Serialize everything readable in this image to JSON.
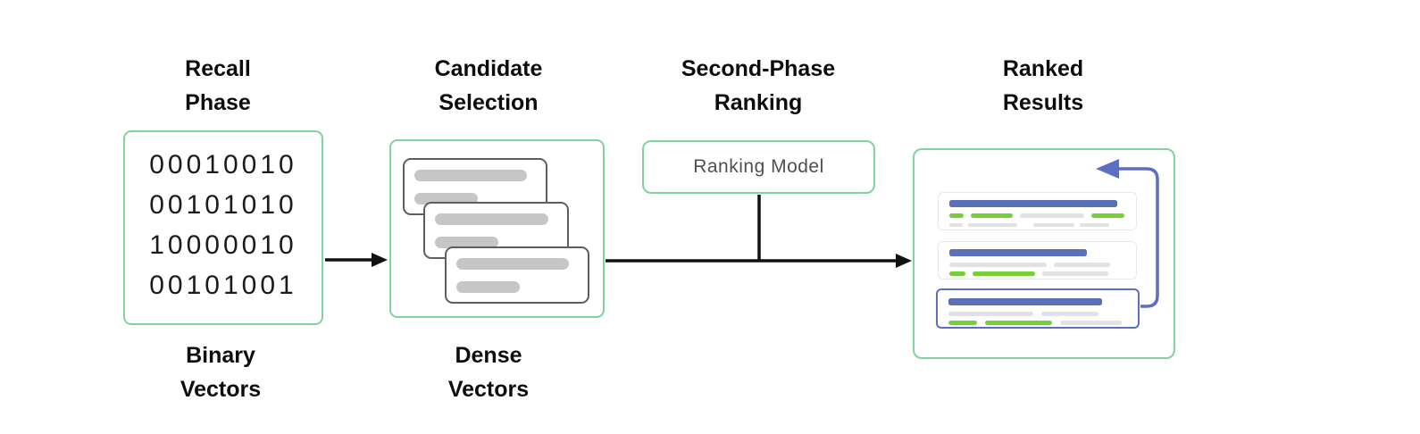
{
  "stages": {
    "recall": {
      "heading1": "Recall",
      "heading2": "Phase",
      "caption1": "Binary",
      "caption2": "Vectors",
      "binary_rows": [
        "00010010",
        "00101010",
        "10000010",
        "00101001"
      ]
    },
    "candidate": {
      "heading1": "Candidate",
      "heading2": "Selection",
      "caption1": "Dense",
      "caption2": "Vectors"
    },
    "ranking": {
      "heading1": "Second-Phase",
      "heading2": "Ranking",
      "box_label": "Ranking Model"
    },
    "results": {
      "heading1": "Ranked",
      "heading2": "Results"
    }
  },
  "colors": {
    "box_border_green": "#80d49b",
    "flow_arrow_black": "#111111",
    "result_title_blue": "#5a70b8",
    "loop_arrow_blue": "#5c6fc0",
    "keyword_green": "#77cf36",
    "placeholder_gray_dark": "#c6c6c6",
    "placeholder_gray_light": "#e2e2e5",
    "card_border_dark": "#5e5e5e",
    "card_border_light": "#e9e9e9"
  }
}
